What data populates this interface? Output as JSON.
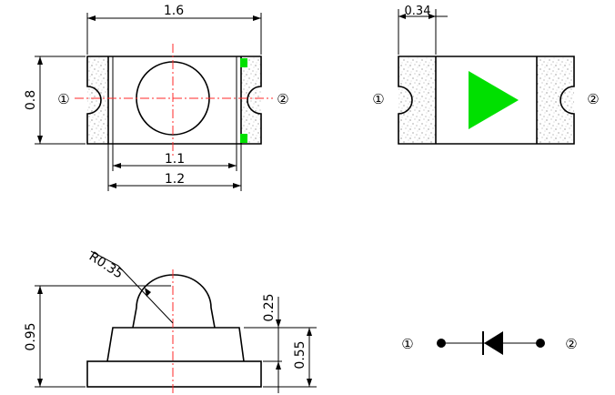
{
  "dimensions": {
    "top_length": "1.6",
    "top_height": "0.8",
    "inner_width": "1.1",
    "outer_width": "1.2",
    "pad_width": "0.34",
    "radius": "R0.35",
    "total_height": "0.95",
    "dome_height": "0.25",
    "body_height": "0.55"
  },
  "pins": {
    "pin1": "①",
    "pin2": "②"
  },
  "colors": {
    "polarity_mark": "#00e000",
    "centerline": "#ff2a2a"
  }
}
